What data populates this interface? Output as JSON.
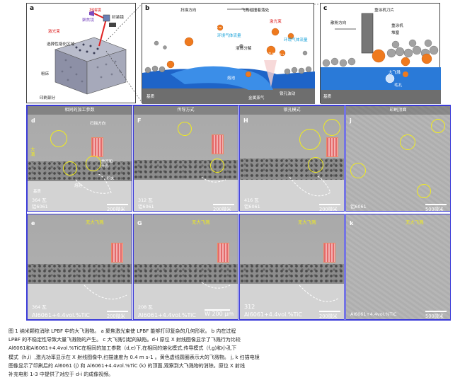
{
  "panel_a": {
    "label": "a",
    "scanning_mirror": "扫描镜",
    "focusing_lens": "聚焦镜",
    "laser_beam": "激光束",
    "sealing_mirror": "封装镜",
    "fusion_zone": "选择性熔化区域",
    "powder_bed": "粉床",
    "printed_part": "印刷部分"
  },
  "panel_b": {
    "label": "b",
    "scan_direction": "扫描方向",
    "spatter_landing": "飞溅碰撞着落处",
    "laser_beam": "激光束",
    "ambient_gas": "环境气体流量",
    "liquid_breakup": "液体分解",
    "metal_vapor_inner": "环境气体流量",
    "melt_pool": "熔池",
    "substrate": "基质",
    "metal_vapor": "金属蒸气",
    "keyhole": "锁孔波动"
  },
  "panel_c": {
    "label": "c",
    "recoater_blade": "重涂机刀片",
    "powder_direction": "散粉方向",
    "recoater": "重涂机",
    "accumulation": "堆塞",
    "large_spatter": "大飞溅",
    "pore": "毛孔",
    "substrate": "基质"
  },
  "column_headers": [
    "相同的加工参数",
    "传导方式",
    "锁孔模式",
    "印刷顶面"
  ],
  "xray_panels": [
    {
      "label": "d",
      "power": "364 瓦",
      "material": "铝6061",
      "scale": "200微米",
      "notes": {
        "scan": "扫描方向",
        "spatter": "大\n滴",
        "pore": "熏汽和\n开孔",
        "melt": "熔池",
        "bed": "粉末",
        "base": "基质",
        "substrate": "基质"
      }
    },
    {
      "label": "F",
      "power": "312 瓦",
      "material": "铝6061",
      "scale": "200微米"
    },
    {
      "label": "H",
      "power": "416 瓦",
      "material": "铝6061",
      "scale": "200微米"
    },
    {
      "label": "j",
      "power": "",
      "material": "铝6061",
      "scale": "500微米"
    },
    {
      "label": "e",
      "power": "364 瓦",
      "material": "Al6061+4.4vol.%TiC",
      "scale": "200微米",
      "tag": "无大飞溅"
    },
    {
      "label": "G",
      "power": "208 瓦",
      "material": "Al6061+4.4vol.%TiC",
      "scale": "W 200 µm",
      "tag": "无大飞溅"
    },
    {
      "label": "",
      "power": "312",
      "material": "Al6061+4.4vol.%TiC",
      "scale": "200微米",
      "tag": "无大飞溅"
    },
    {
      "label": "k",
      "power": "",
      "material": "Al6061+4.4vol.%TiC",
      "scale": "500微米",
      "tag": "无大飞溅"
    }
  ],
  "caption_lines": [
    "图 1 纳米颗粒消除 LPBF 中的大飞溅物。 a 聚焦激光束使 LPBF 能够打印复杂的几何形状。 b 内在过程",
    "LPBF 的不稳定性导致大量飞溅物的产生。 c 大飞溅引起的缺陷。d-i 原位 X 射线图像显示了飞溅行为比较",
    "Al6061和Al6061+4.4vol.%TiC在相同的加工参数（d,e)下,在相同的熔化模式,传导模式（f,g)和小孔下",
    "模式（h,i）,激光功率显示在 X 射线图像中,扫描速度为 0.4 m s-1 。黄色虚线圆圈表示大的飞溅物。 j, k 扫描电镜",
    "图像显示了印刷后的 Al6061 (j) 和 Al6061+4.4vol.%TiC (k) 的顶面,观察到大飞溅物的消除。原位 X 射线",
    "补充电影 1-3 中提供了对应于 d-i 的成像视频。"
  ],
  "colors": {
    "frame": "#3a3ad8",
    "highlight_circle": "#f1ec1e",
    "melt_blue": "#2a7ad8",
    "spatter_orange": "#ef7a1e"
  }
}
